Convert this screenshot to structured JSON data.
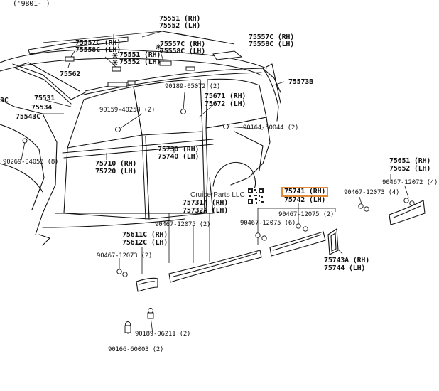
{
  "header": {
    "range_code": "('9801-      )"
  },
  "watermark": {
    "text": "CruiserParts LLC"
  },
  "labels": {
    "p75551": "75551 (RH)",
    "p75552": "75552 (LH)",
    "p75557c_a": "75557C (RH)",
    "p75558c_a": "75558C (LH)",
    "p75557c_b": "75557C (RH)",
    "p75558c_b": "75558C (LH)",
    "p75557c_c": "75557C (RH)",
    "p75558c_c": "75558C (LH)",
    "p75551_b": "75551 (RH)",
    "p75552_b": "75552 (LH)",
    "p75562": "75562",
    "p75573b": "75573B",
    "p90189_05072": "90189-05072 (2)",
    "p75671": "75671 (RH)",
    "p75672": "75672 (LH)",
    "p3c": "3C",
    "p75531": "75531",
    "p75534": "75534",
    "p75543c": "75543C",
    "p90159_40258": "90159-40258 (2)",
    "p90164_50044": "90164-50044 (2)",
    "p90269_04053": "90269-04053 (8)",
    "p75710": "75710 (RH)",
    "p75720": "75720 (LH)",
    "p75730": "75730 (RH)",
    "p75740": "75740 (LH)",
    "p75651": "75651 (RH)",
    "p75652": "75652 (LH)",
    "p90467_12073_a": "90467-12073 (4)",
    "p90467_12072": "90467-12072 (4)",
    "p75741": "75741 (RH)",
    "p75742": "75742 (LH)",
    "p90467_12075_a": "90467-12075 (2)",
    "p90467_12075_b": "90467-12075 (6)",
    "p75731a": "75731A (RH)",
    "p75732a": "75732A (LH)",
    "p90467_12075_c": "90467-12075 (2)",
    "p75611c": "75611C (RH)",
    "p75612c": "75612C (LH)",
    "p90467_12073_b": "90467-12073 (2)",
    "p75743a": "75743A (RH)",
    "p75744": "75744 (LH)",
    "p90189_06211": "90189-06211 (2)",
    "p90166_60003": "90166-60003 (2)"
  }
}
